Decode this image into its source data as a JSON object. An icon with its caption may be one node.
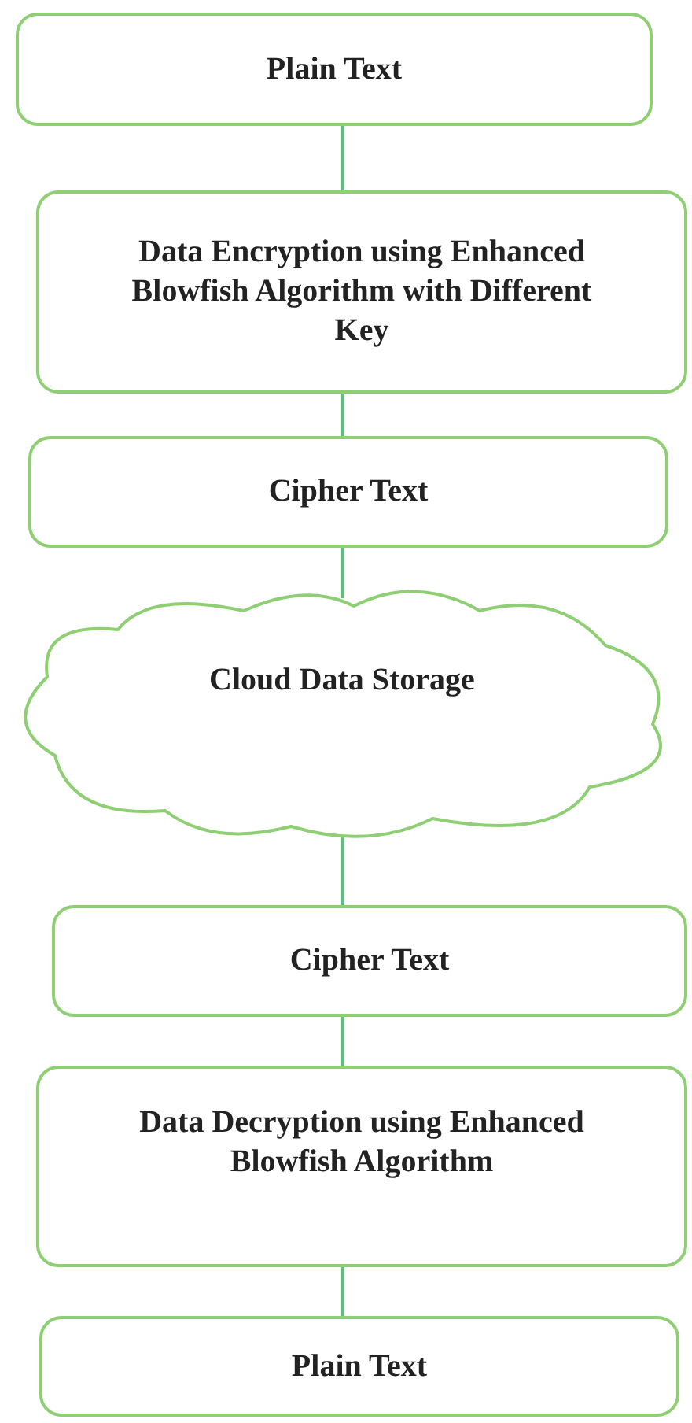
{
  "diagram": {
    "nodes": [
      {
        "text": [
          "Plain Text"
        ]
      },
      {
        "text": [
          "Data Encryption using Enhanced Blowfish Algorithm with Different Key"
        ]
      },
      {
        "text": [
          "Cipher Text"
        ]
      },
      {
        "text": [
          "Cloud Data Storage"
        ]
      },
      {
        "text": [
          "Cipher Text"
        ]
      },
      {
        "text": [
          "Data Decryption using Enhanced Blowfish Algorithm"
        ]
      },
      {
        "text": [
          "Plain Text"
        ]
      }
    ],
    "edges": [
      {
        "from": 0,
        "to": 1,
        "arrow": "none"
      },
      {
        "from": 1,
        "to": 2,
        "arrow": "none"
      },
      {
        "from": 2,
        "to": 3,
        "arrow": "none"
      },
      {
        "from": 3,
        "to": 4,
        "arrow": "none"
      },
      {
        "from": 4,
        "to": 5,
        "arrow": "none"
      },
      {
        "from": 5,
        "to": 6,
        "arrow": "none"
      }
    ]
  }
}
